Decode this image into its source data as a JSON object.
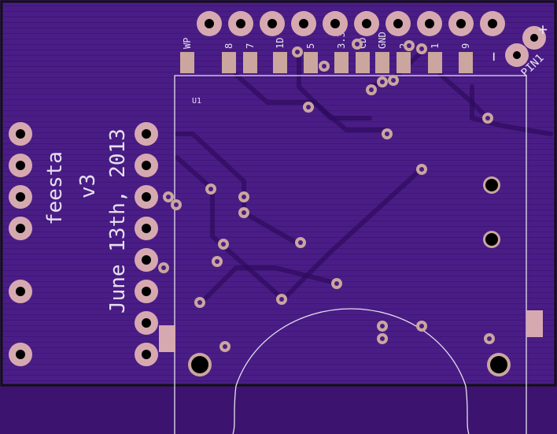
{
  "board": {
    "title_lines": [
      "feesta",
      "v3",
      "June 13th, 2013"
    ],
    "part_label": "U1",
    "connector_label": "PIN1",
    "plus_sign": "+",
    "minus_sign": "−",
    "pin_labels": [
      "WP",
      "8",
      "7",
      "1D",
      "5",
      "3.3",
      "CD",
      "GND",
      "2",
      "1",
      "9"
    ]
  },
  "colors": {
    "board": "#3c1470",
    "copper_pour": "#4a1d86",
    "silkscreen": "#e6e0ee",
    "pad": "#d6a9b0"
  }
}
